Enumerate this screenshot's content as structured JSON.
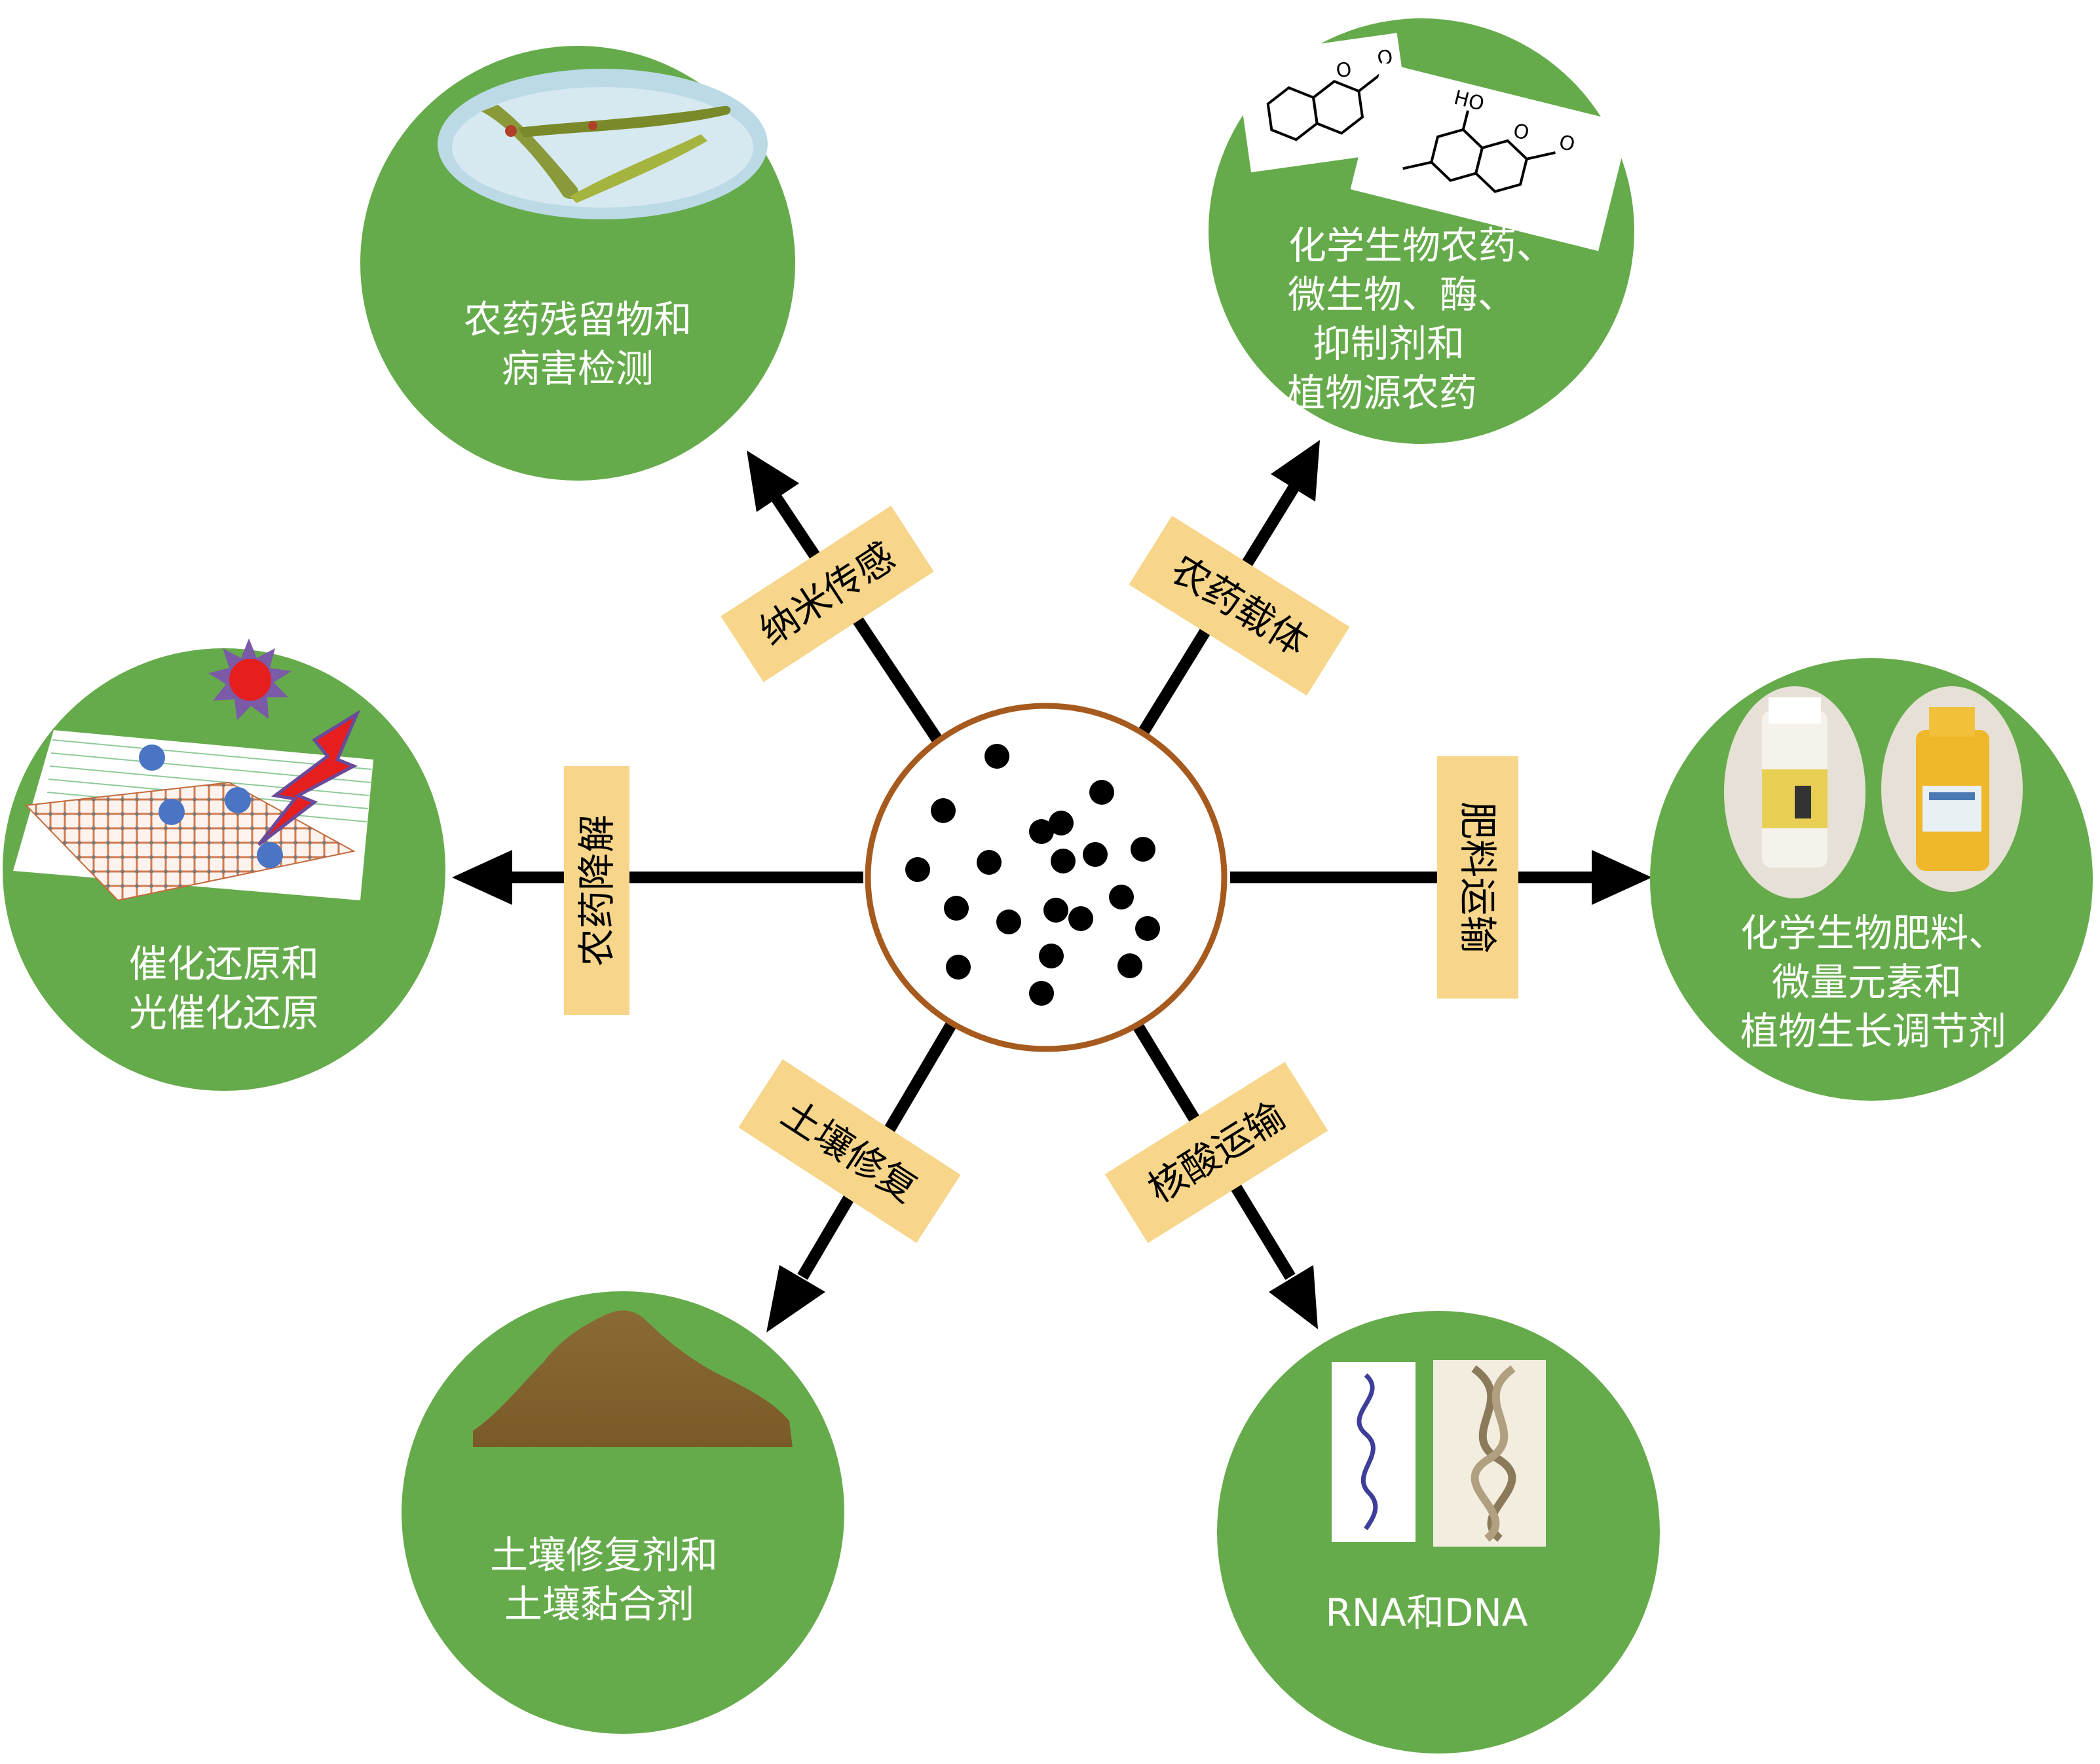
{
  "colors": {
    "circle_fill": "#66ab4b",
    "label_fill": "#f7d58a",
    "center_ring": "#a65a1e",
    "arrow": "#000000",
    "text_on_circle": "#ffffff"
  },
  "center": {
    "name": "nanoparticle-cluster"
  },
  "branches": [
    {
      "id": "sensing",
      "label": "纳米传感",
      "circle_lines": [
        "农药残留物和",
        "病害检测"
      ],
      "icon": "pathogen-micrograph-icon"
    },
    {
      "id": "pesticide-carrier",
      "label": "农药载体",
      "circle_lines": [
        "化学生物农药、",
        "微生物、酶、",
        "抑制剂和",
        "植物源农药"
      ],
      "icon": "coumarin-structure-icon",
      "structure_labels": {
        "oxygen": "O",
        "hydroxyl": "HO"
      }
    },
    {
      "id": "fertilizer-delivery",
      "label": "肥料运输",
      "circle_lines": [
        "化学生物肥料、",
        "微量元素和",
        "植物生长调节剂"
      ],
      "icon": "fertilizer-bottles-icon"
    },
    {
      "id": "nucleic-acid-delivery",
      "label": "核酸运输",
      "circle_lines": [
        "RNA和DNA"
      ],
      "icon": "dna-helix-icon"
    },
    {
      "id": "soil-remediation",
      "label": "土壤修复",
      "circle_lines": [
        "土壤修复剂和",
        "土壤黏合剂"
      ],
      "icon": "soil-pile-icon"
    },
    {
      "id": "pesticide-degradation",
      "label": "农药降解",
      "circle_lines": [
        "催化还原和",
        "光催化还原"
      ],
      "icon": "photocatalysis-sheet-icon"
    }
  ]
}
